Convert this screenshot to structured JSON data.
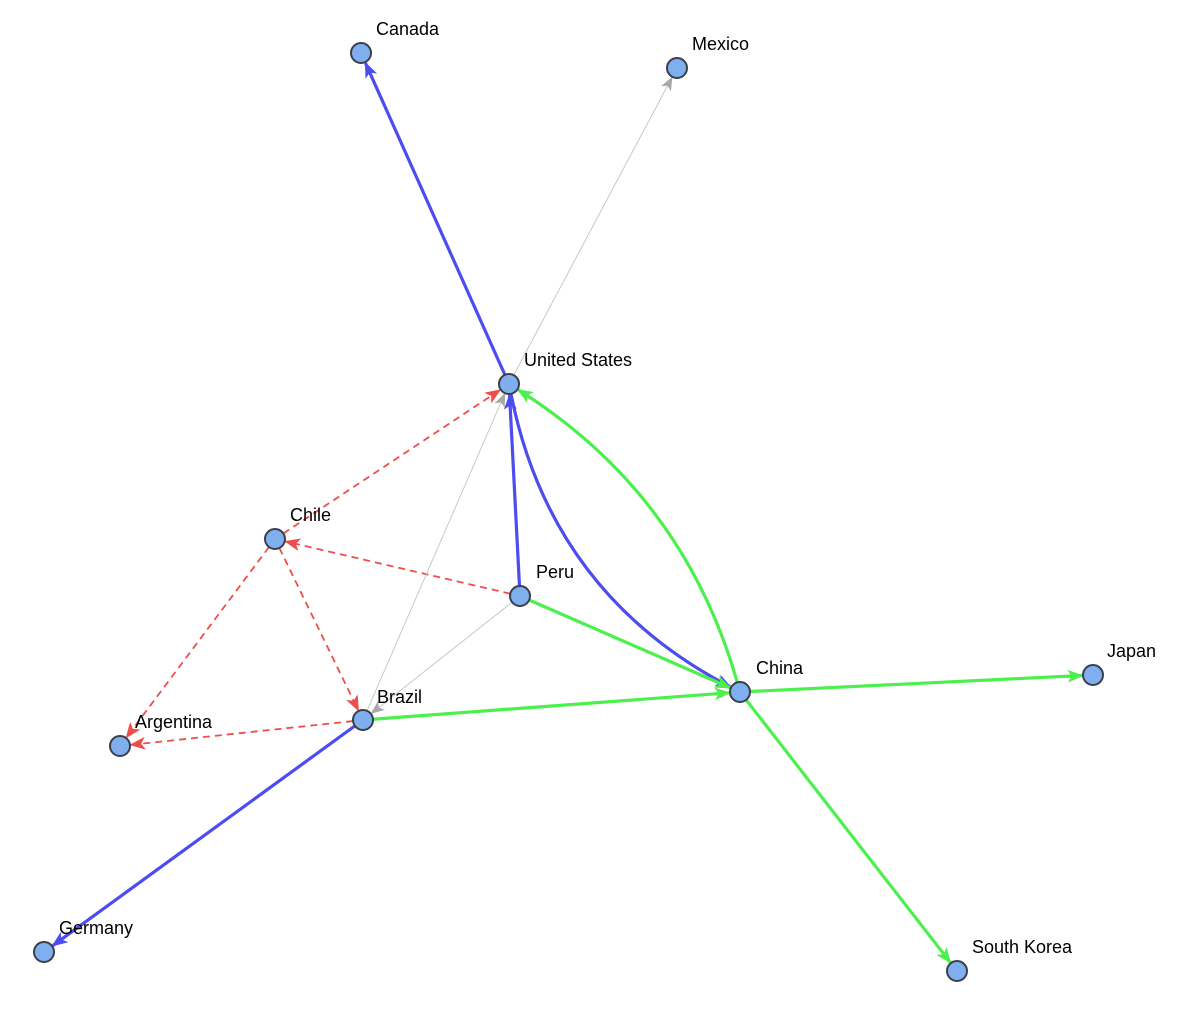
{
  "graph": {
    "node_color": "#7fafef",
    "node_stroke": "#3a3f4a",
    "edge_styles": {
      "blue": {
        "color": "#4c4cf0",
        "dashed": false
      },
      "green": {
        "color": "#4cf04c",
        "dashed": false
      },
      "red": {
        "color": "#f04c4c",
        "dashed": true
      },
      "gray": {
        "color": "#c8c8c8",
        "dashed": false
      }
    },
    "nodes": [
      {
        "id": "canada",
        "label": "Canada"
      },
      {
        "id": "mexico",
        "label": "Mexico"
      },
      {
        "id": "united_states",
        "label": "United States"
      },
      {
        "id": "chile",
        "label": "Chile"
      },
      {
        "id": "peru",
        "label": "Peru"
      },
      {
        "id": "brazil",
        "label": "Brazil"
      },
      {
        "id": "argentina",
        "label": "Argentina"
      },
      {
        "id": "china",
        "label": "China"
      },
      {
        "id": "japan",
        "label": "Japan"
      },
      {
        "id": "germany",
        "label": "Germany"
      },
      {
        "id": "south_korea",
        "label": "South Korea"
      }
    ],
    "edges": [
      {
        "from": "united_states",
        "to": "canada",
        "style": "blue"
      },
      {
        "from": "united_states",
        "to": "mexico",
        "style": "gray"
      },
      {
        "from": "united_states",
        "to": "china",
        "style": "blue"
      },
      {
        "from": "china",
        "to": "united_states",
        "style": "green"
      },
      {
        "from": "peru",
        "to": "united_states",
        "style": "blue"
      },
      {
        "from": "peru",
        "to": "china",
        "style": "green"
      },
      {
        "from": "peru",
        "to": "chile",
        "style": "red"
      },
      {
        "from": "peru",
        "to": "brazil",
        "style": "gray"
      },
      {
        "from": "chile",
        "to": "united_states",
        "style": "red"
      },
      {
        "from": "chile",
        "to": "argentina",
        "style": "red"
      },
      {
        "from": "chile",
        "to": "brazil",
        "style": "red"
      },
      {
        "from": "brazil",
        "to": "united_states",
        "style": "gray"
      },
      {
        "from": "brazil",
        "to": "argentina",
        "style": "red"
      },
      {
        "from": "brazil",
        "to": "china",
        "style": "green"
      },
      {
        "from": "brazil",
        "to": "germany",
        "style": "blue"
      },
      {
        "from": "china",
        "to": "japan",
        "style": "green"
      },
      {
        "from": "china",
        "to": "south_korea",
        "style": "green"
      }
    ]
  }
}
